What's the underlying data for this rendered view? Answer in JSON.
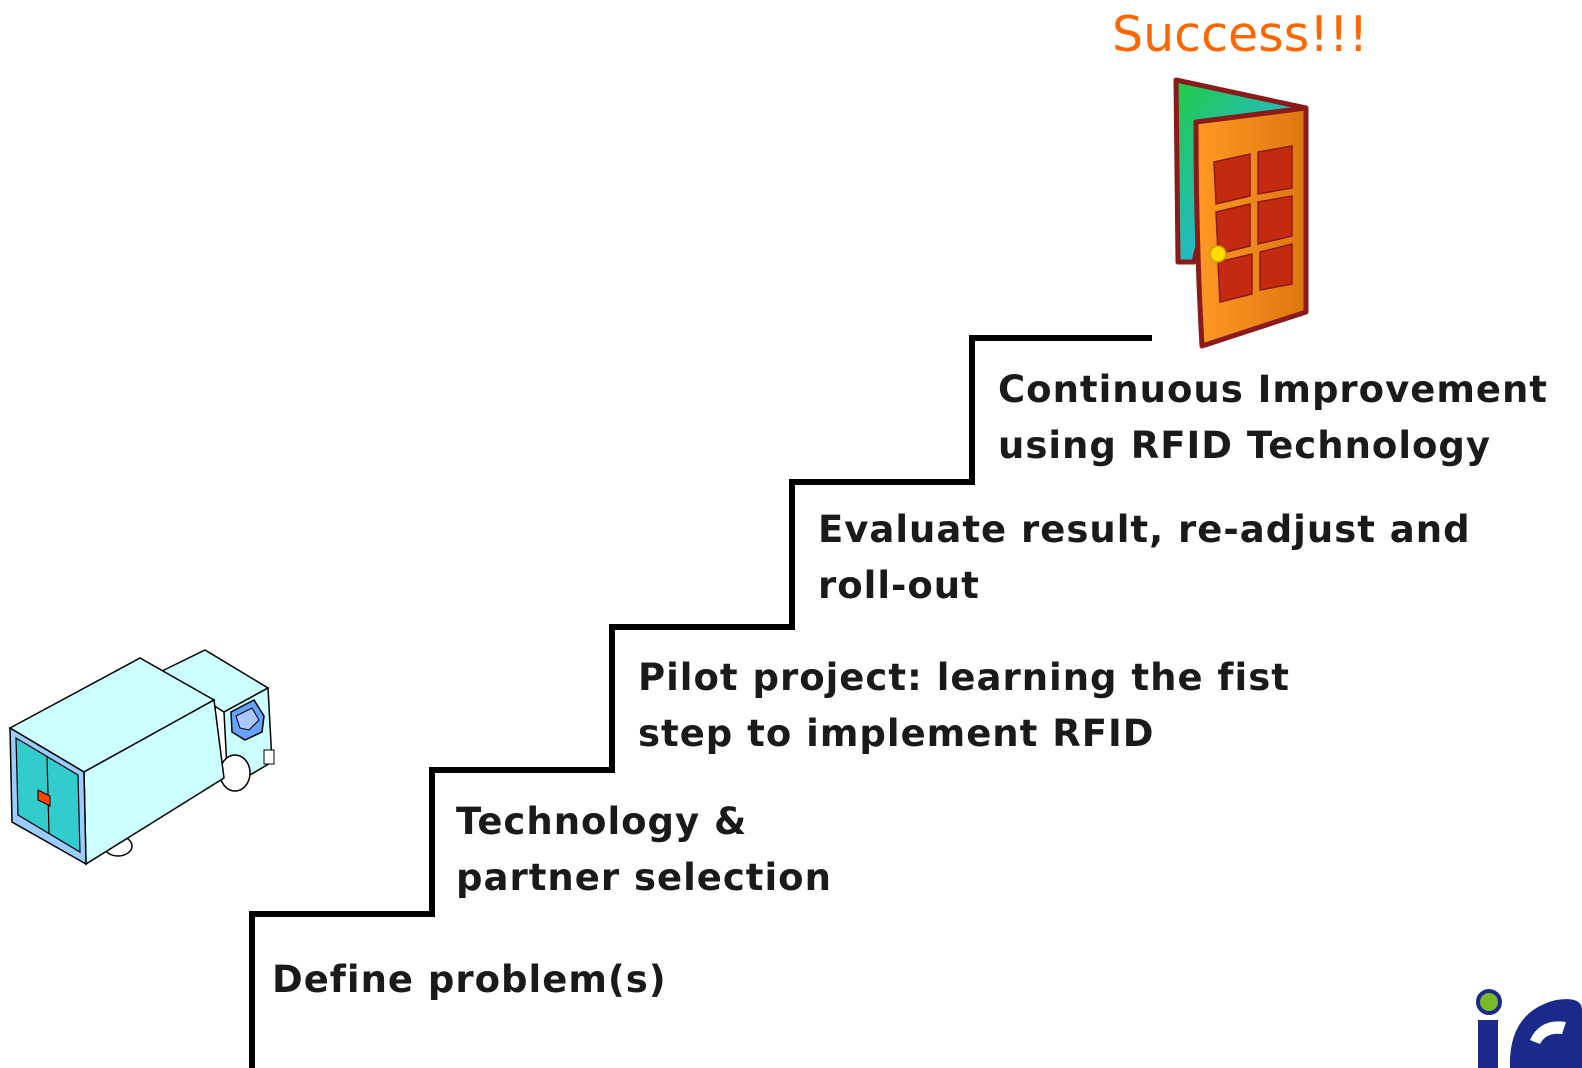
{
  "title": "Success!!!",
  "steps": [
    {
      "lines": [
        "Define problem(s)"
      ]
    },
    {
      "lines": [
        "Technology &",
        "partner selection"
      ]
    },
    {
      "lines": [
        "Pilot project: learning the fist",
        "step to implement RFID"
      ]
    },
    {
      "lines": [
        "Evaluate result, re-adjust and",
        "roll-out"
      ]
    },
    {
      "lines": [
        "Continuous Improvement",
        "using RFID Technology"
      ]
    }
  ],
  "icons": {
    "truck": "delivery-truck-icon",
    "door": "open-door-icon",
    "logo": "ie-logo-icon"
  },
  "colors": {
    "title": "#ff6600",
    "stairs": "#000000",
    "door_frame": "#8b1a1a",
    "door_panel": "#e8821e",
    "truck_body": "#ccffff"
  }
}
